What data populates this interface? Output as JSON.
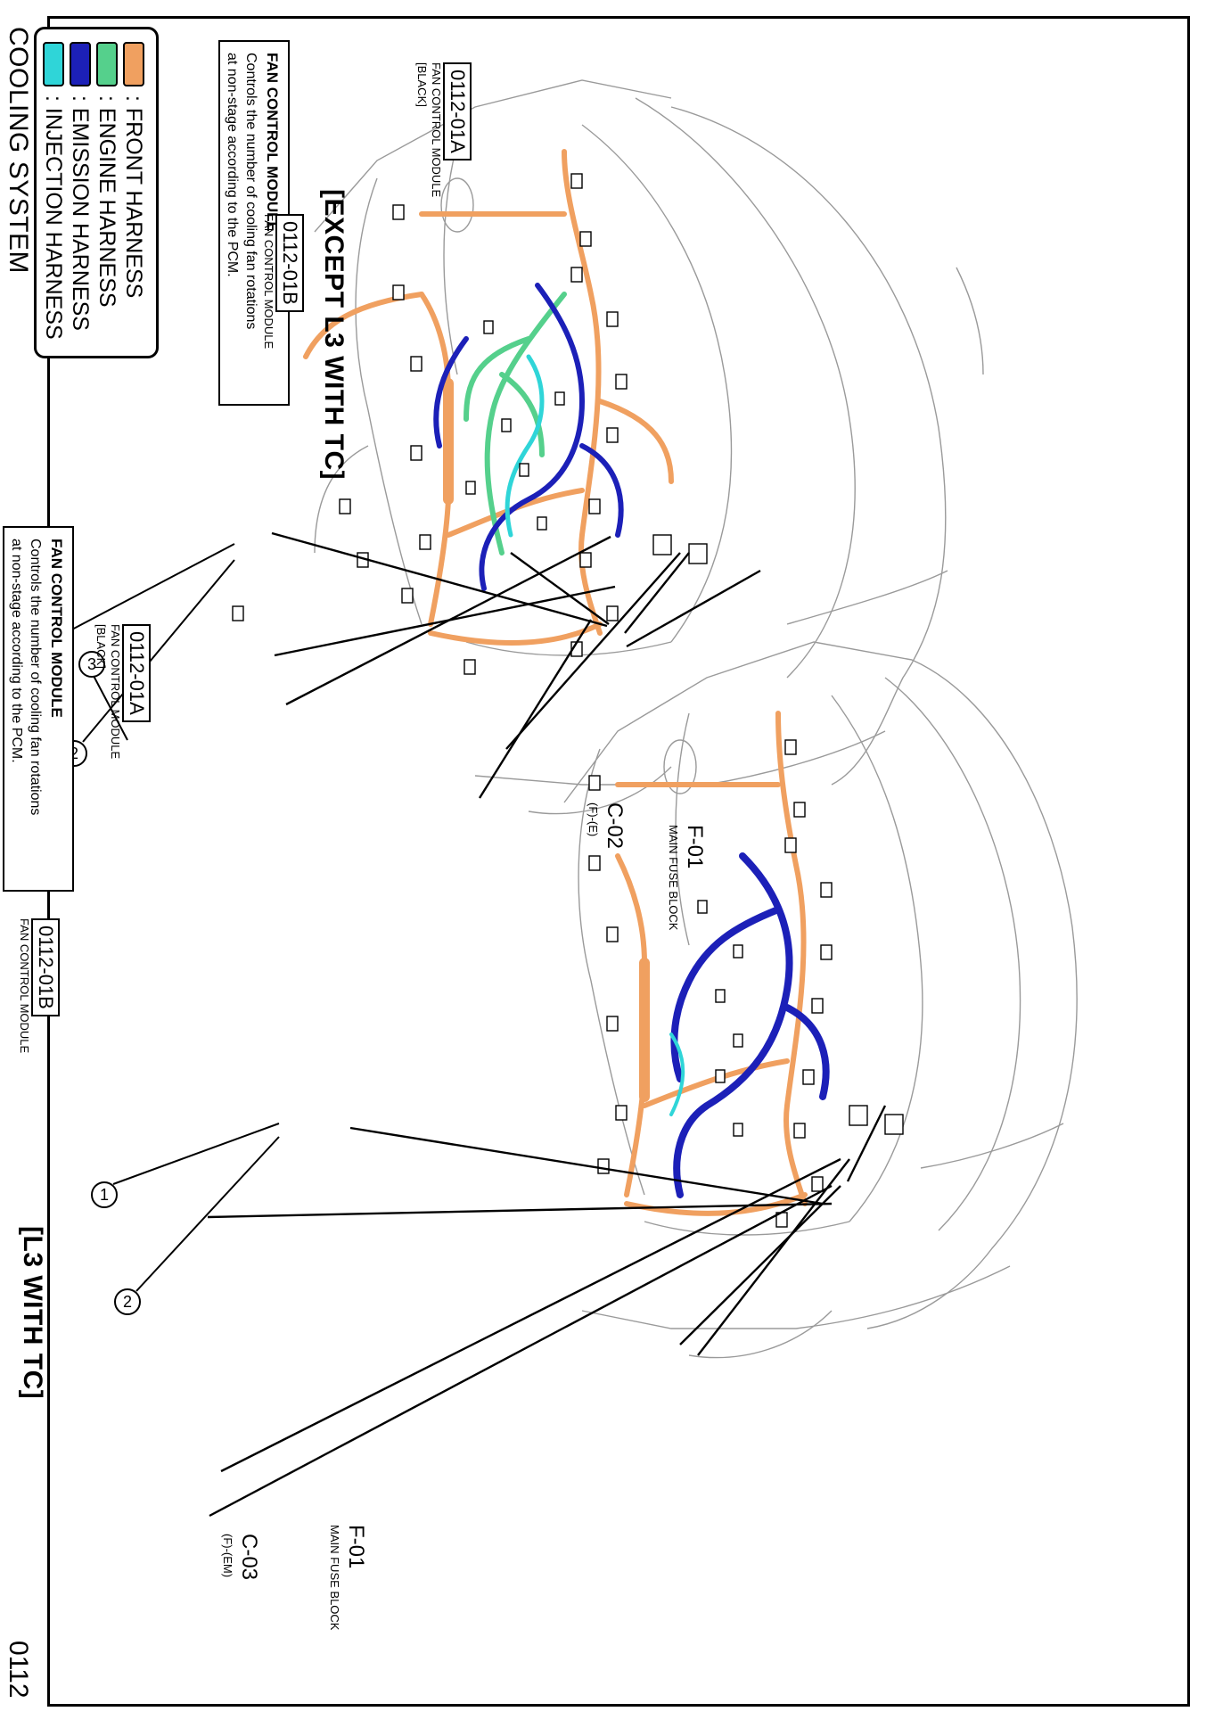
{
  "header": {
    "title": "COOLING SYSTEM",
    "page_number": "0112"
  },
  "legend": {
    "items": [
      {
        "color": "#f0a060",
        "label": ": FRONT HARNESS"
      },
      {
        "color": "#55d08c",
        "label": ": ENGINE HARNESS"
      },
      {
        "color": "#1c20b8",
        "label": ": EMISSION HARNESS"
      },
      {
        "color": "#2fd5d8",
        "label": ": INJECTION HARNESS"
      }
    ]
  },
  "sections": {
    "except_l3": {
      "title": "[EXCEPT L3 WITH TC]",
      "info_box": {
        "title": "FAN CONTROL MODULE",
        "line1": "Controls the number of cooling fan rotations",
        "line2": "at non-stage according to the PCM."
      },
      "connector_a": {
        "code": "0112-01A",
        "line1": "FAN CONTROL MODULE",
        "line2": "[BLACK]"
      },
      "connector_b": {
        "code": "0112-01B",
        "line1": "FAN CONTROL MODULE"
      },
      "callouts": [
        "1",
        "2",
        "3"
      ],
      "c_label": {
        "code": "C-02",
        "sub": "(F)-(E)"
      },
      "f_label": {
        "code": "F-01",
        "sub": "MAIN FUSE BLOCK"
      }
    },
    "l3": {
      "title": "[L3 WITH TC]",
      "info_box": {
        "title": "FAN CONTROL MODULE",
        "line1": "Controls the number of cooling fan rotations",
        "line2": "at non-stage according to the PCM."
      },
      "connector_a": {
        "code": "0112-01A",
        "line1": "FAN CONTROL MODULE",
        "line2": "[BLACK]"
      },
      "connector_b": {
        "code": "0112-01B",
        "line1": "FAN CONTROL MODULE"
      },
      "callouts": [
        "1",
        "2",
        "3"
      ],
      "c_label": {
        "code": "C-03",
        "sub": "(F)-(EM)"
      },
      "f_label": {
        "code": "F-01",
        "sub": "MAIN FUSE BLOCK"
      }
    }
  }
}
